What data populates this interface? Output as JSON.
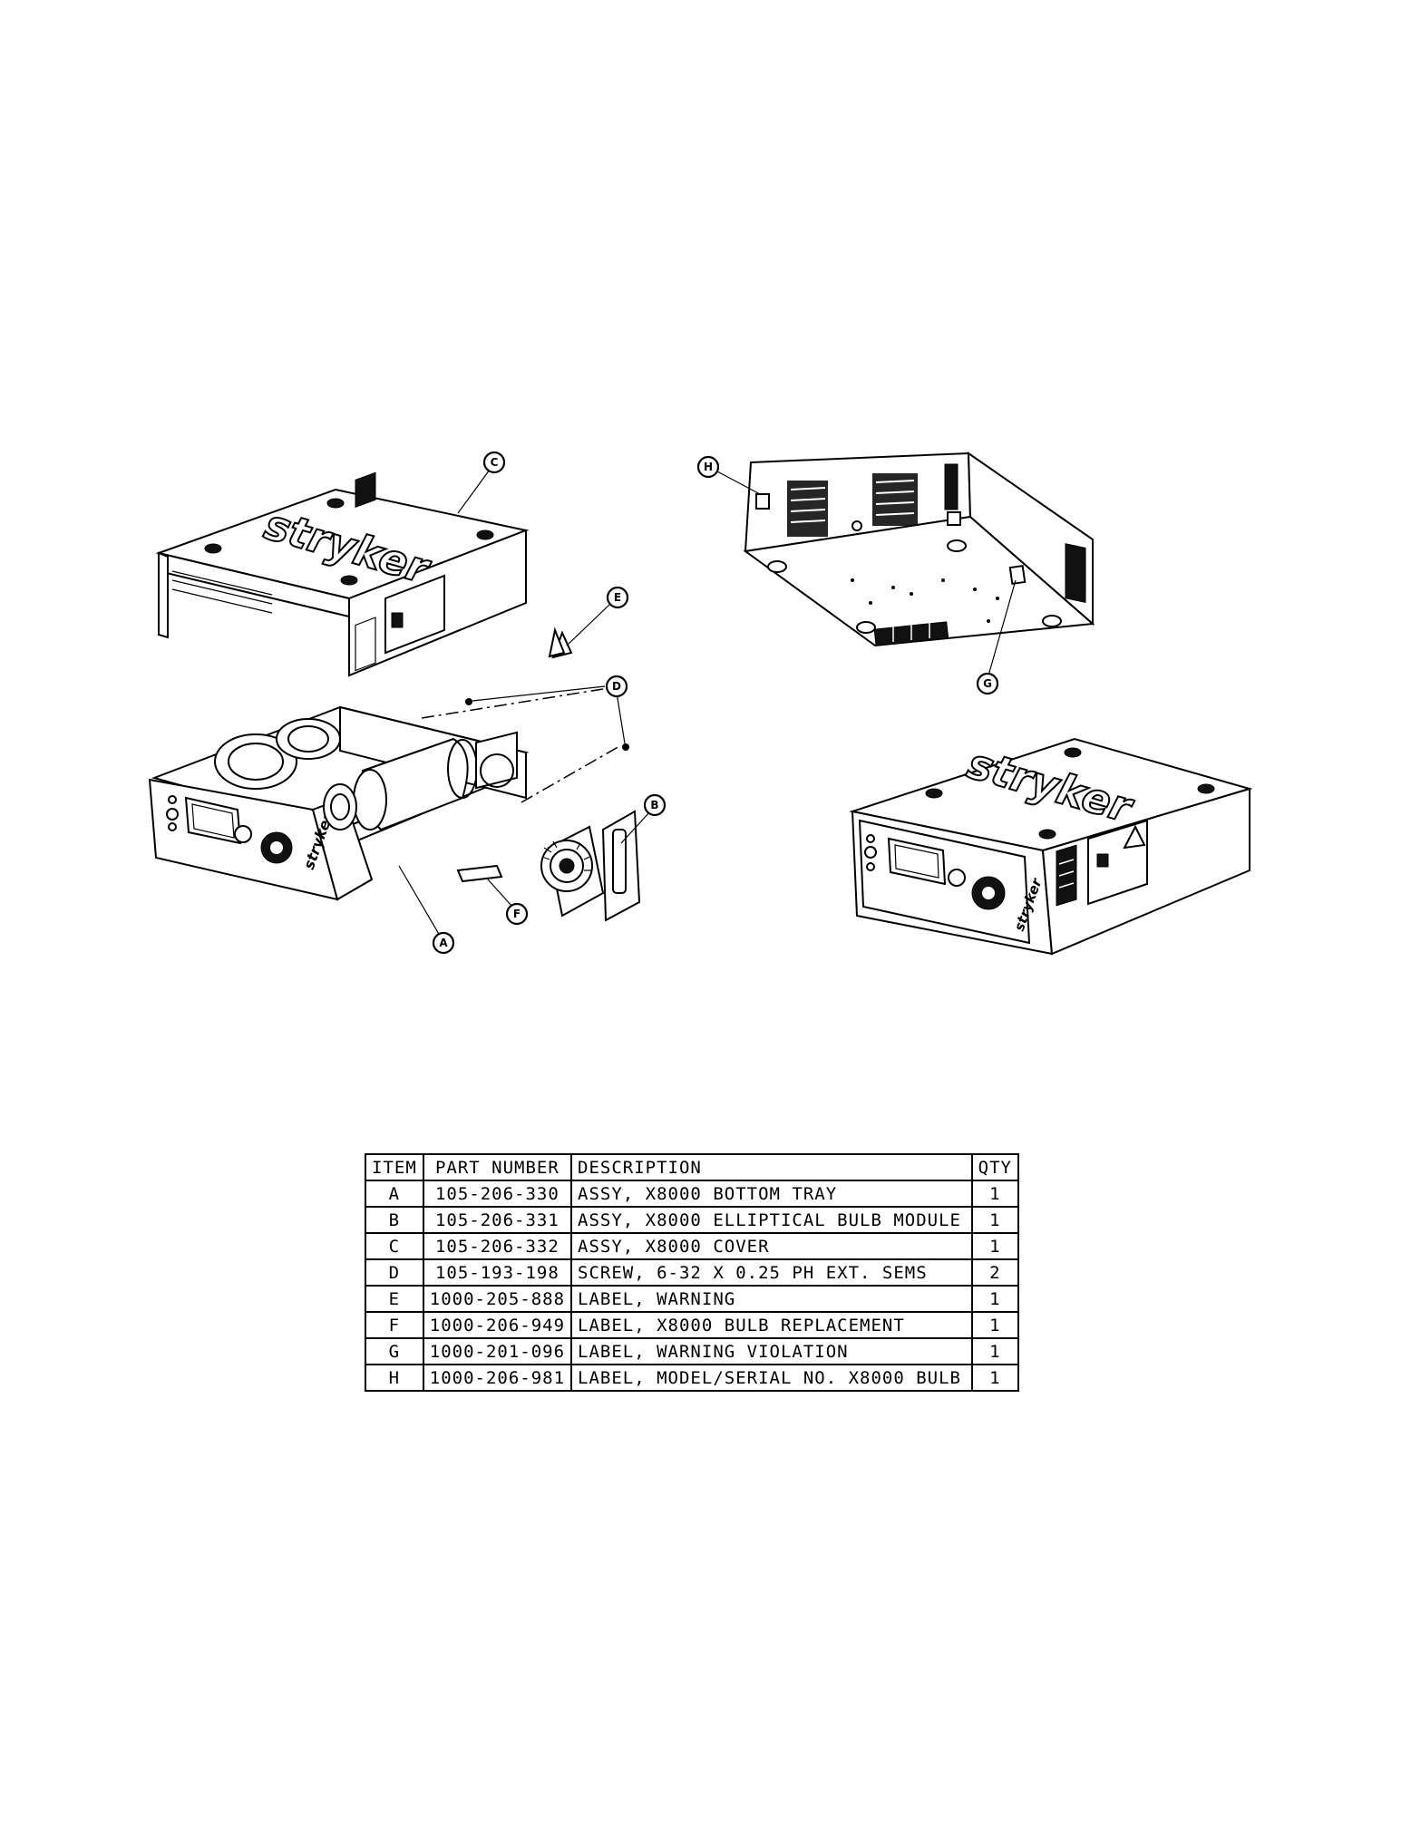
{
  "diagram": {
    "brand": "stryker",
    "callouts": [
      "A",
      "B",
      "C",
      "D",
      "E",
      "F",
      "G",
      "H"
    ]
  },
  "parts_table": {
    "headers": {
      "item": "ITEM",
      "part_number": "PART NUMBER",
      "description": "DESCRIPTION",
      "qty": "QTY"
    },
    "rows": [
      {
        "item": "A",
        "part_number": "105-206-330",
        "description": "ASSY, X8000 BOTTOM TRAY",
        "qty": "1"
      },
      {
        "item": "B",
        "part_number": "105-206-331",
        "description": "ASSY, X8000 ELLIPTICAL BULB MODULE",
        "qty": "1"
      },
      {
        "item": "C",
        "part_number": "105-206-332",
        "description": "ASSY, X8000 COVER",
        "qty": "1"
      },
      {
        "item": "D",
        "part_number": "105-193-198",
        "description": "SCREW, 6-32 X 0.25 PH EXT. SEMS",
        "qty": "2"
      },
      {
        "item": "E",
        "part_number": "1000-205-888",
        "description": "LABEL, WARNING",
        "qty": "1"
      },
      {
        "item": "F",
        "part_number": "1000-206-949",
        "description": "LABEL, X8000 BULB REPLACEMENT",
        "qty": "1"
      },
      {
        "item": "G",
        "part_number": "1000-201-096",
        "description": "LABEL, WARNING VIOLATION",
        "qty": "1"
      },
      {
        "item": "H",
        "part_number": "1000-206-981",
        "description": "LABEL, MODEL/SERIAL NO. X8000 BULB",
        "qty": "1"
      }
    ]
  }
}
